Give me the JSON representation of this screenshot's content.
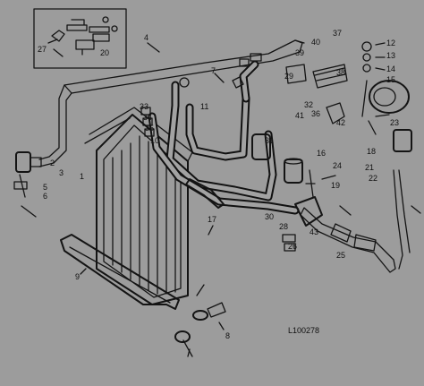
{
  "diagram": {
    "reference_code": "L100278",
    "callouts": [
      {
        "id": "c1",
        "text": "1"
      },
      {
        "id": "c2",
        "text": "2"
      },
      {
        "id": "c3",
        "text": "3"
      },
      {
        "id": "c4",
        "text": "4"
      },
      {
        "id": "c5",
        "text": "5"
      },
      {
        "id": "c6",
        "text": "6"
      },
      {
        "id": "c7",
        "text": "7"
      },
      {
        "id": "c8",
        "text": "8"
      },
      {
        "id": "c9",
        "text": "9"
      },
      {
        "id": "c10",
        "text": "10"
      },
      {
        "id": "c11",
        "text": "11"
      },
      {
        "id": "c12",
        "text": "12"
      },
      {
        "id": "c13",
        "text": "13"
      },
      {
        "id": "c14",
        "text": "14"
      },
      {
        "id": "c15",
        "text": "15"
      },
      {
        "id": "c16",
        "text": "16"
      },
      {
        "id": "c17",
        "text": "17"
      },
      {
        "id": "c18",
        "text": "18"
      },
      {
        "id": "c19",
        "text": "19"
      },
      {
        "id": "c20",
        "text": "20"
      },
      {
        "id": "c21",
        "text": "21"
      },
      {
        "id": "c22",
        "text": "22"
      },
      {
        "id": "c23",
        "text": "23"
      },
      {
        "id": "c24",
        "text": "24"
      },
      {
        "id": "c25",
        "text": "25"
      },
      {
        "id": "c26",
        "text": "26"
      },
      {
        "id": "c27",
        "text": "27"
      },
      {
        "id": "c28",
        "text": "28"
      },
      {
        "id": "c29",
        "text": "29"
      },
      {
        "id": "c30",
        "text": "30"
      },
      {
        "id": "c31",
        "text": "31"
      },
      {
        "id": "c32",
        "text": "32"
      },
      {
        "id": "c33",
        "text": "33"
      },
      {
        "id": "c34",
        "text": "34"
      },
      {
        "id": "c35",
        "text": "35"
      },
      {
        "id": "c36",
        "text": "36"
      },
      {
        "id": "c37",
        "text": "37"
      },
      {
        "id": "c38",
        "text": "38"
      },
      {
        "id": "c39",
        "text": "39"
      },
      {
        "id": "c40",
        "text": "40"
      },
      {
        "id": "c41",
        "text": "41"
      },
      {
        "id": "c42",
        "text": "42"
      },
      {
        "id": "c43",
        "text": "43"
      }
    ]
  }
}
